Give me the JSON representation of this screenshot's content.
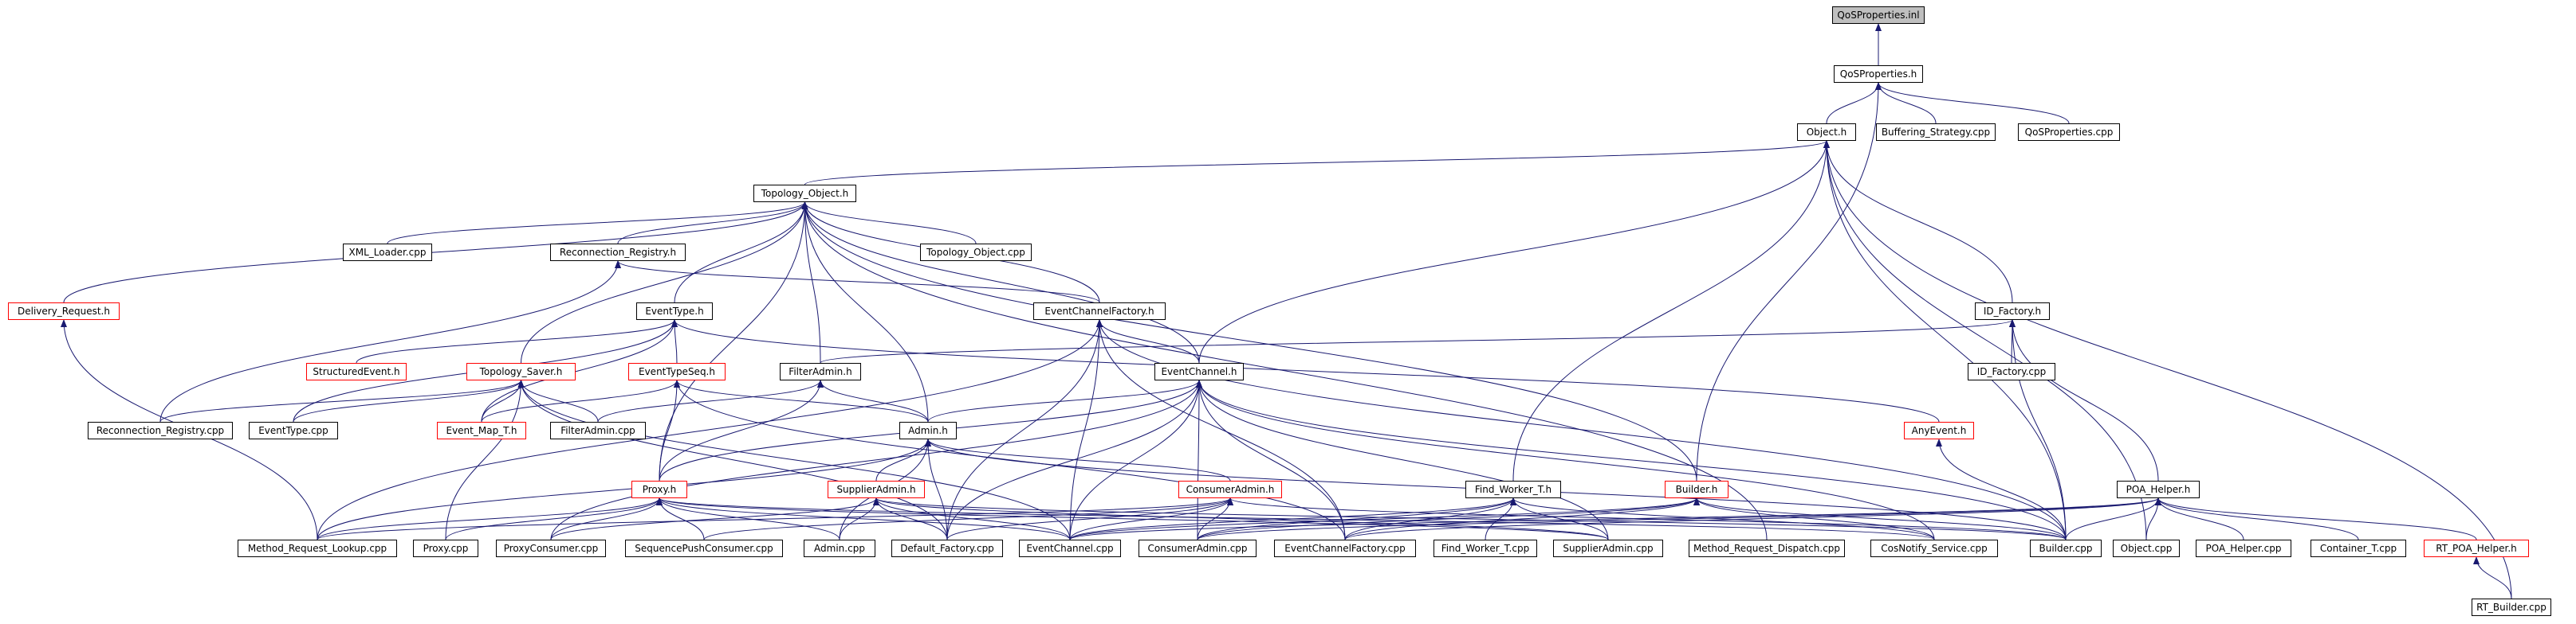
{
  "colors": {
    "edge": "#191970",
    "node_border": "#000000",
    "incomplete_border": "#ff0000",
    "root_fill": "#bfbfbf"
  },
  "nodes": {
    "qos_inl": {
      "label": "QoSProperties.inl"
    },
    "qos_h": {
      "label": "QoSProperties.h"
    },
    "object_h": {
      "label": "Object.h"
    },
    "buffering_cpp": {
      "label": "Buffering_Strategy.cpp"
    },
    "qos_cpp": {
      "label": "QoSProperties.cpp"
    },
    "topo_obj_h": {
      "label": "Topology_Object.h"
    },
    "xml_loader": {
      "label": "XML_Loader.cpp"
    },
    "reconn_h": {
      "label": "Reconnection_Registry.h"
    },
    "topo_obj_cpp": {
      "label": "Topology_Object.cpp"
    },
    "delivery_h": {
      "label": "Delivery_Request.h"
    },
    "eventtype_h": {
      "label": "EventType.h"
    },
    "ecf_h": {
      "label": "EventChannelFactory.h"
    },
    "idfactory_h": {
      "label": "ID_Factory.h"
    },
    "structured_h": {
      "label": "StructuredEvent.h"
    },
    "topo_saver_h": {
      "label": "Topology_Saver.h"
    },
    "eventtypeseq_h": {
      "label": "EventTypeSeq.h"
    },
    "filteradmin_h": {
      "label": "FilterAdmin.h"
    },
    "eventchannel_h": {
      "label": "EventChannel.h"
    },
    "idfactory_cpp": {
      "label": "ID_Factory.cpp"
    },
    "reconn_cpp": {
      "label": "Reconnection_Registry.cpp"
    },
    "eventtype_cpp": {
      "label": "EventType.cpp"
    },
    "eventmap_h": {
      "label": "Event_Map_T.h"
    },
    "filteradmin_cpp": {
      "label": "FilterAdmin.cpp"
    },
    "admin_h": {
      "label": "Admin.h"
    },
    "anyevent_h": {
      "label": "AnyEvent.h"
    },
    "proxy_h": {
      "label": "Proxy.h"
    },
    "supplieradmin_h": {
      "label": "SupplierAdmin.h"
    },
    "consumeradmin_h": {
      "label": "ConsumerAdmin.h"
    },
    "findworker_h": {
      "label": "Find_Worker_T.h"
    },
    "builder_h": {
      "label": "Builder.h"
    },
    "poahelper_h": {
      "label": "POA_Helper.h"
    },
    "mrl_cpp": {
      "label": "Method_Request_Lookup.cpp"
    },
    "proxy_cpp": {
      "label": "Proxy.cpp"
    },
    "proxyconsumer_cpp": {
      "label": "ProxyConsumer.cpp"
    },
    "seqpush_cpp": {
      "label": "SequencePushConsumer.cpp"
    },
    "admin_cpp": {
      "label": "Admin.cpp"
    },
    "defaultfactory_cpp": {
      "label": "Default_Factory.cpp"
    },
    "eventchannel_cpp": {
      "label": "EventChannel.cpp"
    },
    "consumeradmin_cpp": {
      "label": "ConsumerAdmin.cpp"
    },
    "ecf_cpp": {
      "label": "EventChannelFactory.cpp"
    },
    "findworker_cpp": {
      "label": "Find_Worker_T.cpp"
    },
    "supplieradmin_cpp": {
      "label": "SupplierAdmin.cpp"
    },
    "mrd_cpp": {
      "label": "Method_Request_Dispatch.cpp"
    },
    "cosnotify_cpp": {
      "label": "CosNotify_Service.cpp"
    },
    "builder_cpp": {
      "label": "Builder.cpp"
    },
    "object_cpp": {
      "label": "Object.cpp"
    },
    "poahelper_cpp": {
      "label": "POA_Helper.cpp"
    },
    "container_cpp": {
      "label": "Container_T.cpp"
    },
    "rtpoahelper_h": {
      "label": "RT_POA_Helper.h"
    },
    "rtbuilder_cpp": {
      "label": "RT_Builder.cpp"
    }
  }
}
